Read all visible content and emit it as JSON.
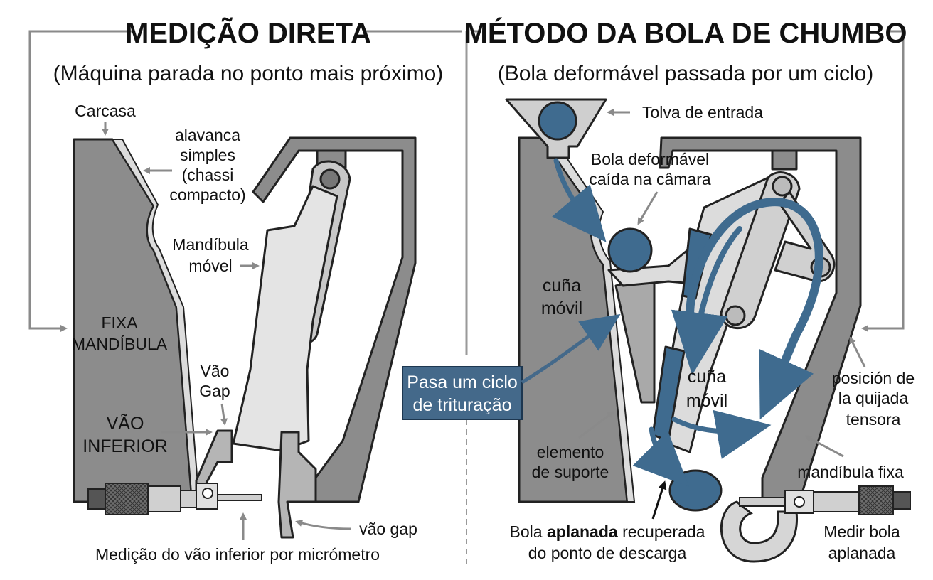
{
  "colors": {
    "frame_gray": "#8c8c8c",
    "light_gray": "#dcdcdc",
    "mid_gray": "#a9a9a9",
    "outline": "#222222",
    "arrow_gray": "#8a8a8a",
    "steel_blue": "#3f6b8f",
    "callout_blue": "#44698a"
  },
  "left_panel": {
    "title": "MEDIÇÃO DIRETA",
    "subtitle": "(Máquina parada no ponto mais próximo)",
    "labels": {
      "carcasa": "Carcasa",
      "lever_1": "alavanca",
      "lever_2": "simples",
      "lever_3": "(chassi",
      "lever_4": "compacto)",
      "moving_jaw_1": "Mandíbula",
      "moving_jaw_2": "móvel",
      "fixed_jaw_1": "FIXA",
      "fixed_jaw_2": "MANDÍBULA",
      "gap_1": "Vão",
      "gap_2": "Gap",
      "lower_gap_1": "VÃO",
      "lower_gap_2": "INFERIOR",
      "gap_lower": "vão gap",
      "micrometer_caption": "Medição do vão inferior por micrómetro"
    }
  },
  "right_panel": {
    "title": "MÉTODO DA BOLA DE CHUMBO",
    "subtitle": "(Bola deformável passada por um ciclo)",
    "labels": {
      "hopper": "Tolva de entrada",
      "ball_dropped_1": "Bola deformável",
      "ball_dropped_2": "caída na câmara",
      "wedge_left_1": "cuña",
      "wedge_left_2": "móvil",
      "wedge_right_1": "cuña",
      "wedge_right_2": "móvil",
      "cycle_1": "Pasa um ciclo",
      "cycle_2": "de trituração",
      "support_1": "elemento",
      "support_2": "de suporte",
      "tension_1": "posición de",
      "tension_2": "la quijada",
      "tension_3": "tensora",
      "fixed_jaw": "mandíbula fixa",
      "recovered_prefix": "Bola ",
      "recovered_bold": "aplanada",
      "recovered_suffix": " recuperada",
      "recovered_2": "do ponto de descarga",
      "measure_1": "Medir bola",
      "measure_2": "aplanada"
    }
  }
}
